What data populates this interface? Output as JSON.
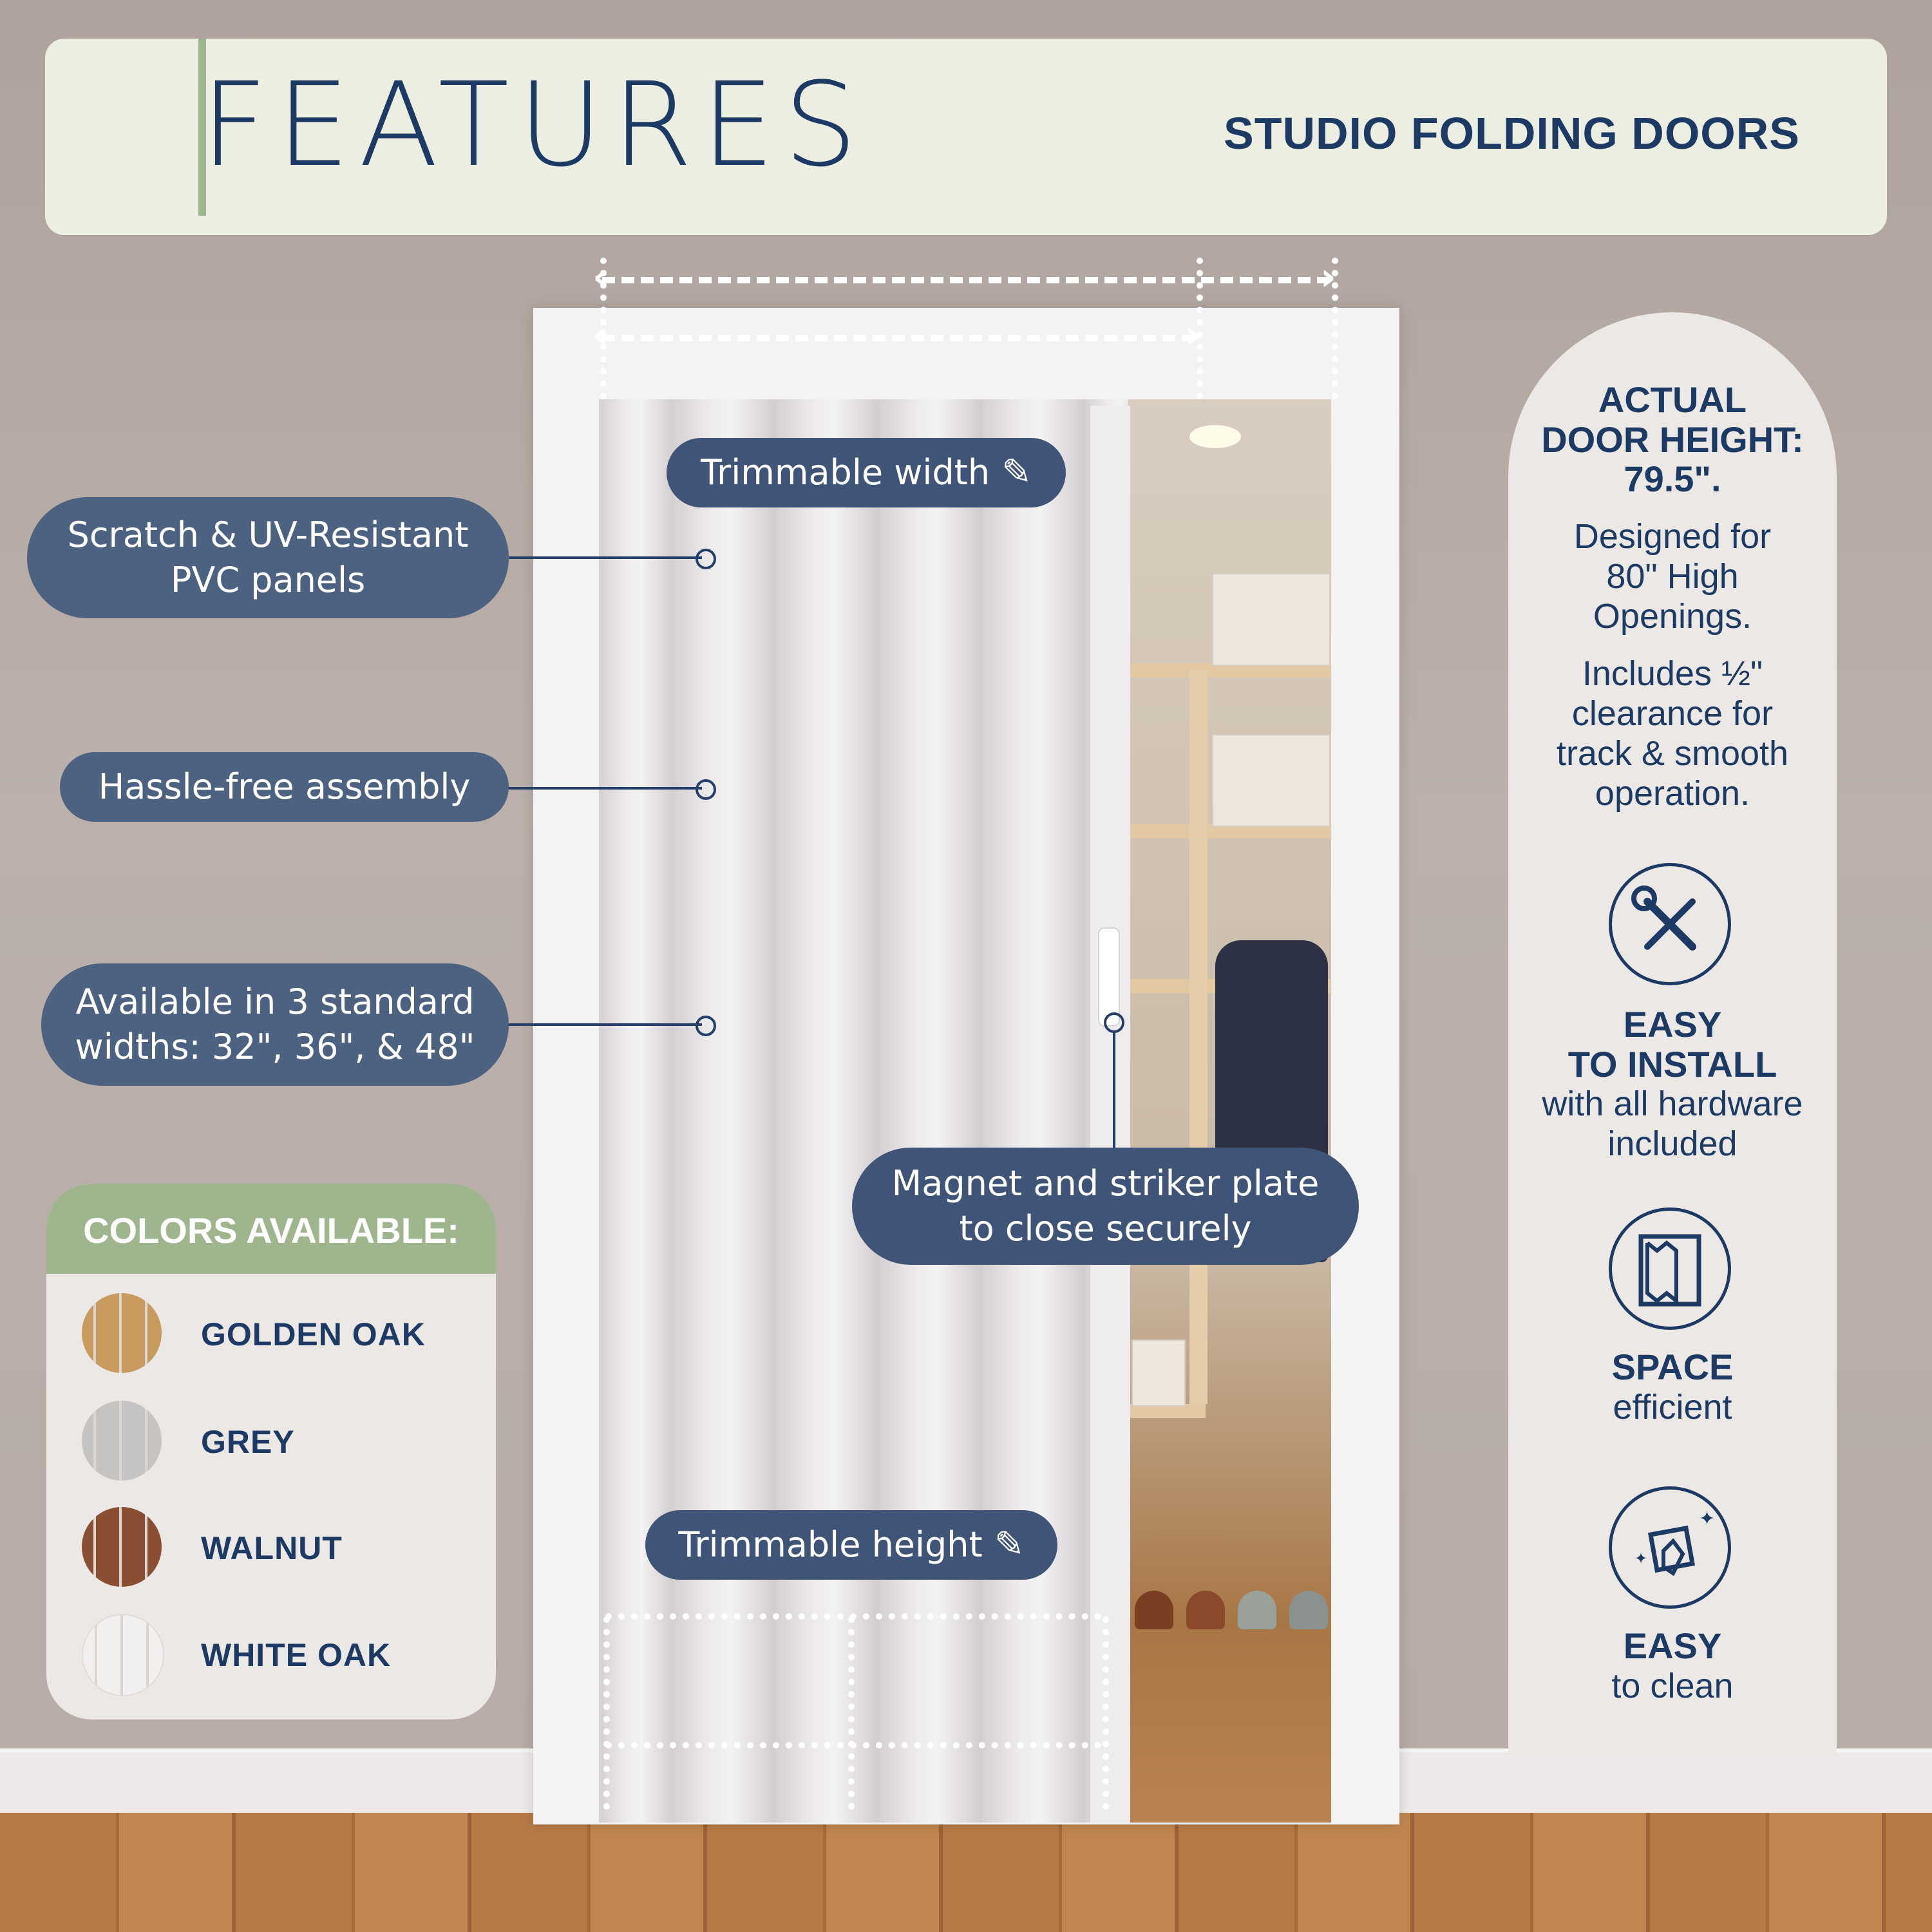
{
  "header": {
    "title": "FEATURES",
    "subtitle": "STUDIO FOLDING DOORS"
  },
  "callouts": {
    "trimmable_width": "Trimmable width",
    "trimmable_height": "Trimmable height",
    "scratch_line1": "Scratch & UV-Resistant",
    "scratch_line2": "PVC panels",
    "assembly": "Hassle-free assembly",
    "widths_line1": "Available in 3 standard",
    "widths_line2": "widths: 32\", 36\", & 48\"",
    "magnet_line1": "Magnet and striker plate",
    "magnet_line2": "to close securely"
  },
  "colors": {
    "title": "COLORS AVAILABLE:",
    "items": [
      {
        "label": "GOLDEN OAK",
        "color": "#c89a5e"
      },
      {
        "label": "GREY",
        "color": "#c6c4c3"
      },
      {
        "label": "WALNUT",
        "color": "#8a4f33"
      },
      {
        "label": "WHITE OAK",
        "color": "#f2f0ef"
      }
    ]
  },
  "height_info": {
    "bold_line1": "ACTUAL",
    "bold_line2": "DOOR HEIGHT:",
    "bold_line3": "79.5\".",
    "designed_line1": "Designed for",
    "designed_line2": "80\" High",
    "designed_line3": "Openings.",
    "includes_line1": "Includes ½\"",
    "includes_line2": "clearance for",
    "includes_line3": "track & smooth",
    "includes_line4": "operation."
  },
  "features": [
    {
      "icon": "tools-icon",
      "bold1": "EASY",
      "bold2": "TO INSTALL",
      "text1": "with all hardware",
      "text2": "included"
    },
    {
      "icon": "folding-door-icon",
      "bold1": "SPACE",
      "text1": "efficient"
    },
    {
      "icon": "cleaning-icon",
      "bold1": "EASY",
      "text1": "to clean"
    }
  ],
  "palette": {
    "navy": "#1c3a63",
    "pill": "#4d6180",
    "sage": "#9eb58d",
    "cream": "#eceee2"
  }
}
